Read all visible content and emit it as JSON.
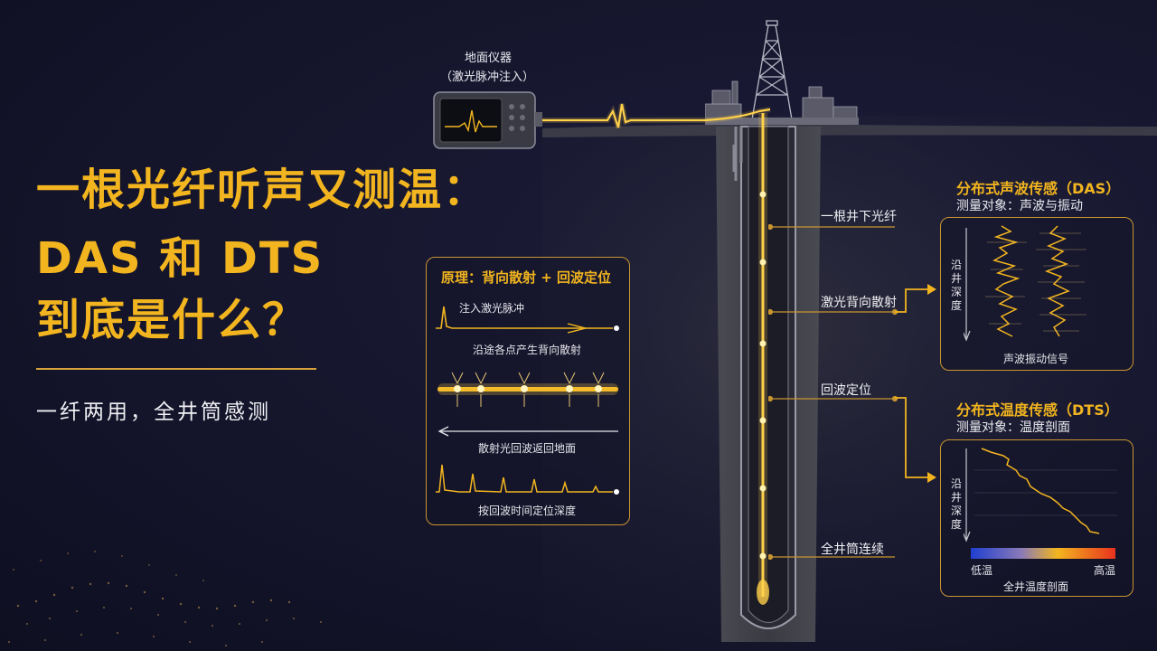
{
  "title": {
    "line1": "一根光纤听声又测温：",
    "line2": "DAS 和 DTS",
    "line3": "到底是什么？"
  },
  "subtitle": "一纤两用，全井筒感测",
  "instrument": {
    "label1": "地面仪器",
    "label2": "（激光脉冲注入）"
  },
  "principle": {
    "title": "原理：背向散射 + 回波定位",
    "step1": "注入激光脉冲",
    "step2": "沿途各点产生背向散射",
    "step3": "散射光回波返回地面",
    "step4": "按回波时间定位深度"
  },
  "callouts": {
    "fiber": "一根井下光纤",
    "backscatter": "激光背向散射",
    "echo": "回波定位",
    "continuous": "全井筒连续"
  },
  "das": {
    "title": "分布式声波传感（DAS）",
    "measure": "测量对象：声波与振动",
    "axis": "沿井深度",
    "caption": "声波振动信号"
  },
  "dts": {
    "title": "分布式温度传感（DTS）",
    "measure": "测量对象：温度剖面",
    "axis": "沿井深度",
    "low": "低温",
    "high": "高温",
    "caption": "全井温度剖面"
  },
  "colors": {
    "gold": "#f2b51f",
    "fiber_glow": "#ffd04a",
    "background": "#16162e",
    "cold": "#1f3fd0",
    "hot": "#e8321e"
  }
}
